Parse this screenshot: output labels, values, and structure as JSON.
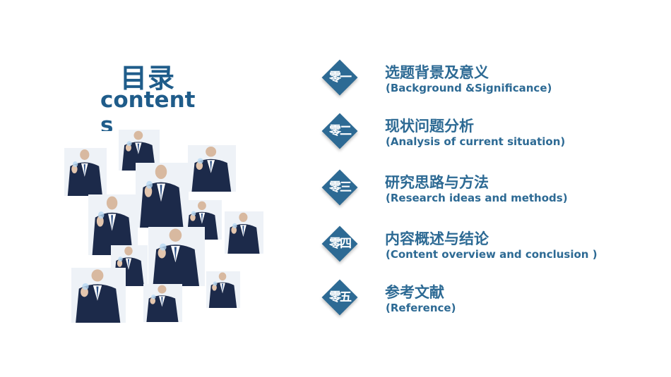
{
  "heading": {
    "cn": "目录",
    "en": "contents"
  },
  "menu": [
    {
      "num": "零一",
      "cn": "选题背景及意义",
      "en": "(Background &Significance)"
    },
    {
      "num": "零二",
      "cn": "现状问题分析",
      "en": "(Analysis of current situation)"
    },
    {
      "num": "零三",
      "cn": "研究思路与方法",
      "en": "(Research ideas and methods)"
    },
    {
      "num": "零四",
      "cn": "内容概述与结论",
      "en": "(Content overview and conclusion )"
    },
    {
      "num": "零五",
      "cn": "参考文献",
      "en": "(Reference)"
    }
  ],
  "colors": {
    "accent": "#2d6a94",
    "title": "#1f5c8a",
    "suit": "#1c2a4a"
  },
  "photo_icon": "businessman-touch-screen-photo"
}
